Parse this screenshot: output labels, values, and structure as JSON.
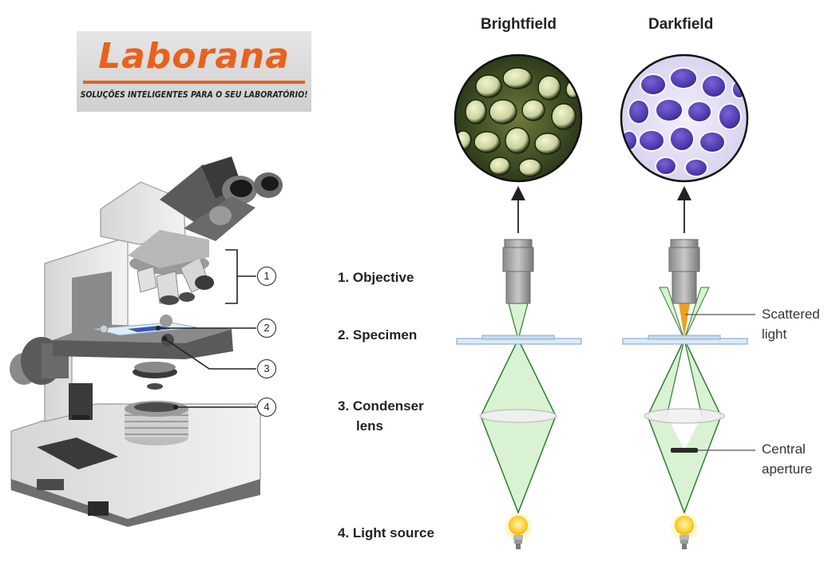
{
  "logo": {
    "name": "Laborana",
    "tagline": "SOLUÇÕES INTELIGENTES PARA O SEU LABORATÓRIO!"
  },
  "columns": {
    "brightfield": "Brightfield",
    "darkfield": "Darkfield"
  },
  "steps": {
    "objective": "1. Objective",
    "specimen": "2. Specimen",
    "condenser_line1": "3. Condenser",
    "condenser_line2": "lens",
    "light_source": "4. Light source"
  },
  "annotations": {
    "scattered_light_line1": "Scattered",
    "scattered_light_line2": "light",
    "central_aperture_line1": "Central",
    "central_aperture_line2": "aperture"
  },
  "callouts": [
    "1",
    "2",
    "3",
    "4"
  ],
  "colors": {
    "logo_orange": "#e8621d",
    "light_cone": "#c9ecc0",
    "cone_edge": "#2e7d32",
    "darkfield_cell": "#5a43b8",
    "scattered_light": "#f0a020"
  }
}
